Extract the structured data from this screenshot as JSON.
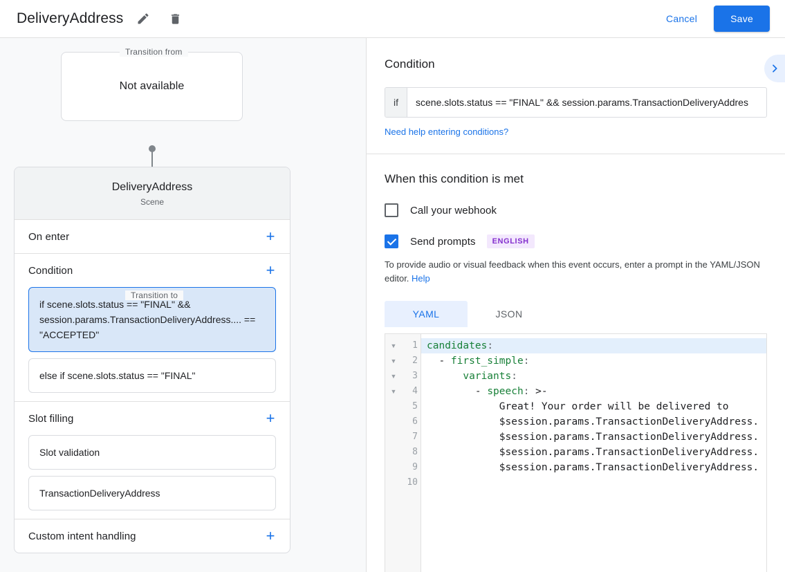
{
  "topbar": {
    "title": "DeliveryAddress",
    "edit_icon": "pencil-icon",
    "delete_icon": "trash-icon",
    "cancel_label": "Cancel",
    "save_label": "Save",
    "accent_color": "#1a73e8"
  },
  "flow": {
    "from_legend": "Transition from",
    "from_value": "Not available",
    "to_legend": "Transition to",
    "to_title": "DeliveryAddress",
    "to_subtitle": "Scene"
  },
  "sections": [
    {
      "title": "On enter",
      "add_label": "+",
      "items": []
    },
    {
      "title": "Condition",
      "add_label": "+",
      "items": [
        {
          "text": "if scene.slots.status == \"FINAL\" && session.params.TransactionDeliveryAddress.... == \"ACCEPTED\"",
          "selected": true
        },
        {
          "text": "else if scene.slots.status == \"FINAL\"",
          "selected": false
        }
      ]
    },
    {
      "title": "Slot filling",
      "add_label": "+",
      "items": [
        {
          "text": "Slot validation",
          "selected": false
        },
        {
          "text": "TransactionDeliveryAddress",
          "selected": false
        }
      ]
    },
    {
      "title": "Custom intent handling",
      "add_label": "+",
      "items": []
    }
  ],
  "condition_panel": {
    "heading": "Condition",
    "expand_icon": "chevron-right-icon",
    "if_label": "if",
    "input_value": "scene.slots.status == \"FINAL\" && session.params.TransactionDeliveryAddres",
    "help_link": "Need help entering conditions?"
  },
  "when_panel": {
    "heading": "When this condition is met",
    "webhook_label": "Call your webhook",
    "webhook_checked": false,
    "prompts_label": "Send prompts",
    "prompts_checked": true,
    "language_badge": "ENGLISH",
    "language_badge_bg": "#f3e8fd",
    "language_badge_color": "#8430ce",
    "description": "To provide audio or visual feedback when this event occurs, enter a prompt in the YAML/JSON editor.",
    "help_link": "Help"
  },
  "editor": {
    "tabs": [
      {
        "label": "YAML",
        "active": true
      },
      {
        "label": "JSON",
        "active": false
      }
    ],
    "lines": [
      {
        "n": "1",
        "fold": true,
        "highlight": true,
        "text": "candidates:"
      },
      {
        "n": "2",
        "fold": true,
        "highlight": false,
        "text": "  - first_simple:"
      },
      {
        "n": "3",
        "fold": true,
        "highlight": false,
        "text": "      variants:"
      },
      {
        "n": "4",
        "fold": true,
        "highlight": false,
        "text": "        - speech: >-"
      },
      {
        "n": "5",
        "fold": false,
        "highlight": false,
        "text": "            Great! Your order will be delivered to"
      },
      {
        "n": "6",
        "fold": false,
        "highlight": false,
        "text": "            $session.params.TransactionDeliveryAddress."
      },
      {
        "n": "7",
        "fold": false,
        "highlight": false,
        "text": "            $session.params.TransactionDeliveryAddress."
      },
      {
        "n": "8",
        "fold": false,
        "highlight": false,
        "text": "            $session.params.TransactionDeliveryAddress."
      },
      {
        "n": "9",
        "fold": false,
        "highlight": false,
        "text": "            $session.params.TransactionDeliveryAddress."
      },
      {
        "n": "10",
        "fold": false,
        "highlight": false,
        "text": ""
      }
    ],
    "fold_glyph": "▼"
  }
}
